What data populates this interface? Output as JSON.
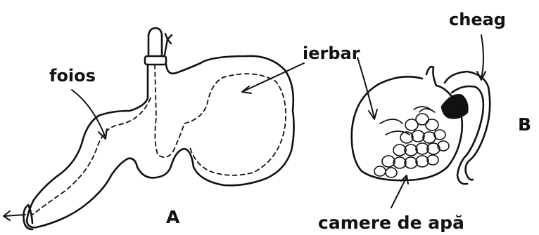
{
  "labels": {
    "foios": "foios",
    "ierbar": "ierbar",
    "cheag": "cheag",
    "camere": "camere de apă",
    "fig_a": "A",
    "fig_b": "B"
  },
  "colors": {
    "ink": "#111111",
    "paper": "#ffffff"
  }
}
